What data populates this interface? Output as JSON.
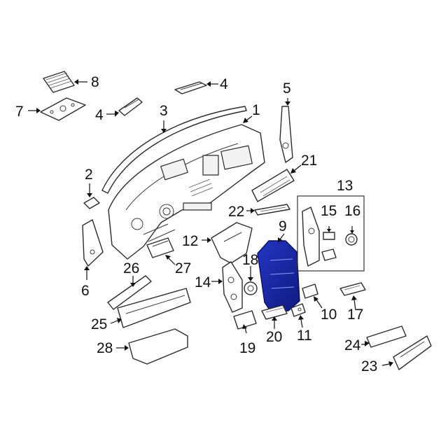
{
  "highlight_color": "#1f2fa8",
  "callouts": {
    "c1": "1",
    "c2": "2",
    "c3": "3",
    "c4a": "4",
    "c4b": "4",
    "c5": "5",
    "c6": "6",
    "c7": "7",
    "c8": "8",
    "c9": "9",
    "c10": "10",
    "c11": "11",
    "c12": "12",
    "c13": "13",
    "c14": "14",
    "c15": "15",
    "c16": "16",
    "c17": "17",
    "c18": "18",
    "c19": "19",
    "c20": "20",
    "c21": "21",
    "c22": "22",
    "c23": "23",
    "c24": "24",
    "c25": "25",
    "c26": "26",
    "c27": "27",
    "c28": "28"
  }
}
